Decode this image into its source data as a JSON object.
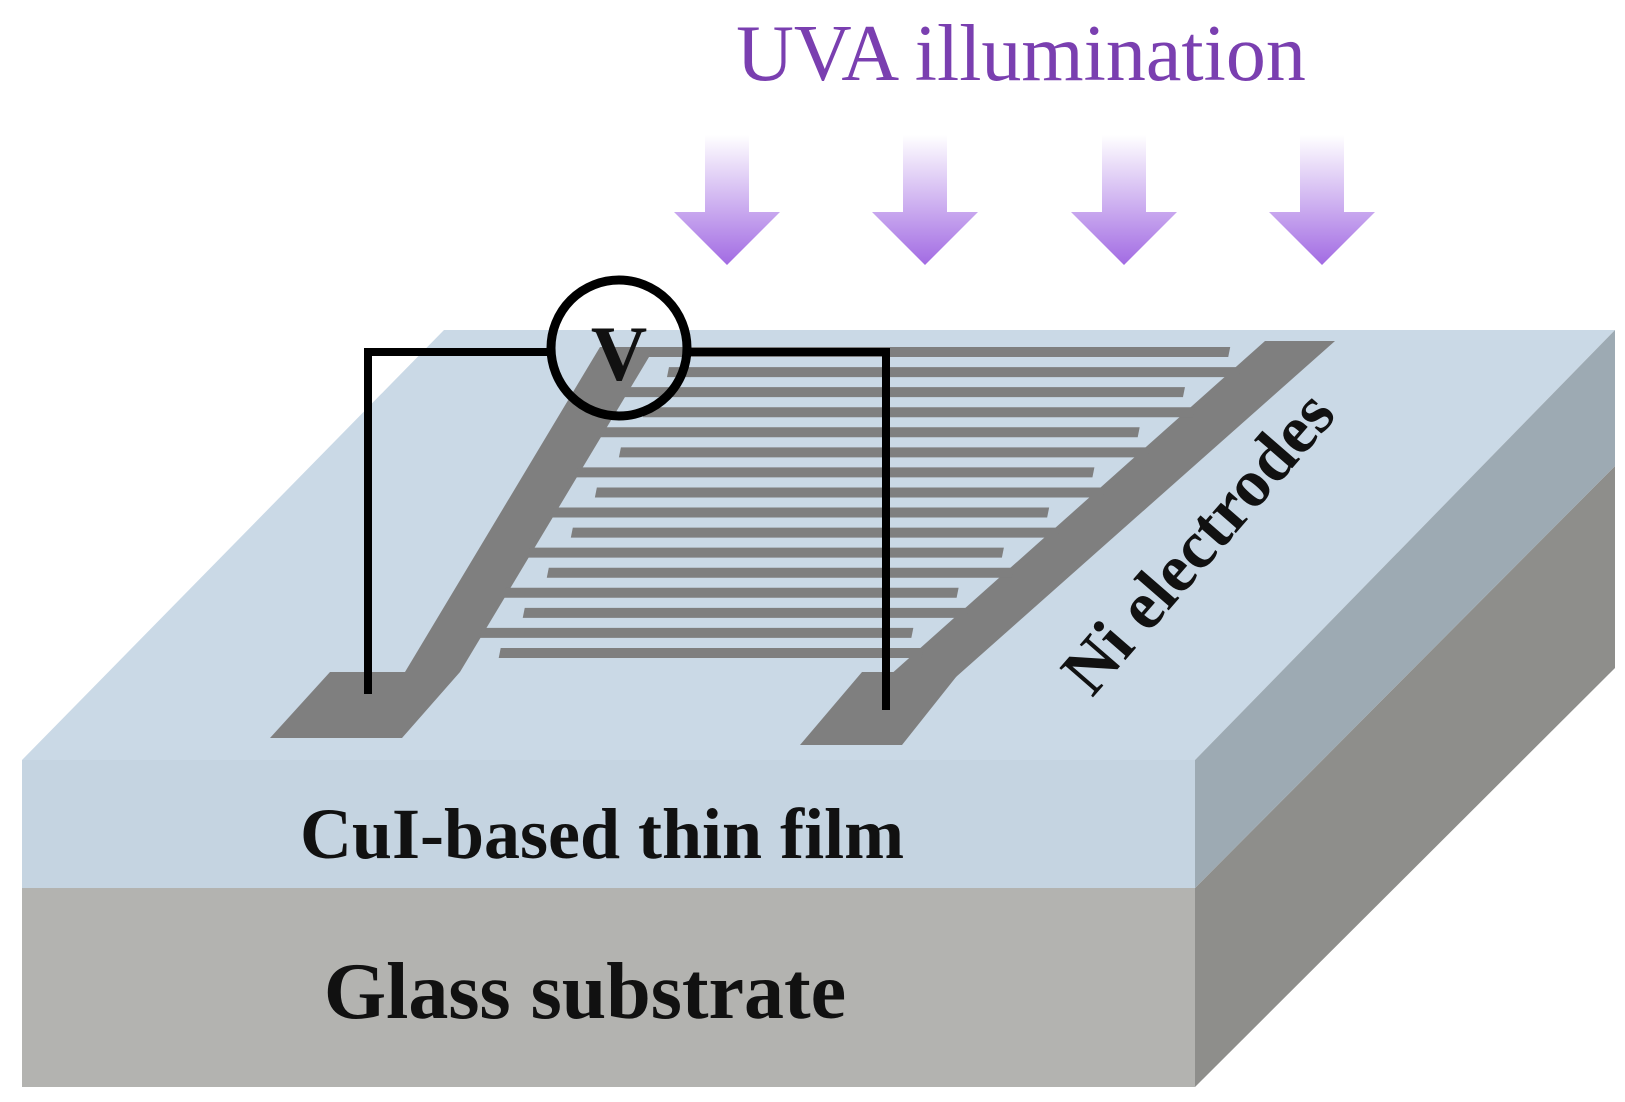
{
  "labels": {
    "illumination": "UVA illumination",
    "electrodes": "Ni electrodes",
    "film": "CuI-based thin film",
    "substrate": "Glass substrate",
    "voltmeter": "V"
  },
  "icons": {
    "light_arrow": "arrow-down-icon",
    "meter": "voltmeter-icon"
  },
  "colors": {
    "illumination_text": "#7a3fb0",
    "arrow_top": "#ffffff",
    "arrow_bottom": "#a26be3",
    "film_top": "#cad9e6",
    "film_front": "#c5d4e1",
    "film_side": "#9daab3",
    "substrate_front": "#b3b3b0",
    "substrate_side": "#8e8e8b",
    "electrode": "#7f7f7f",
    "wire": "#000000"
  }
}
